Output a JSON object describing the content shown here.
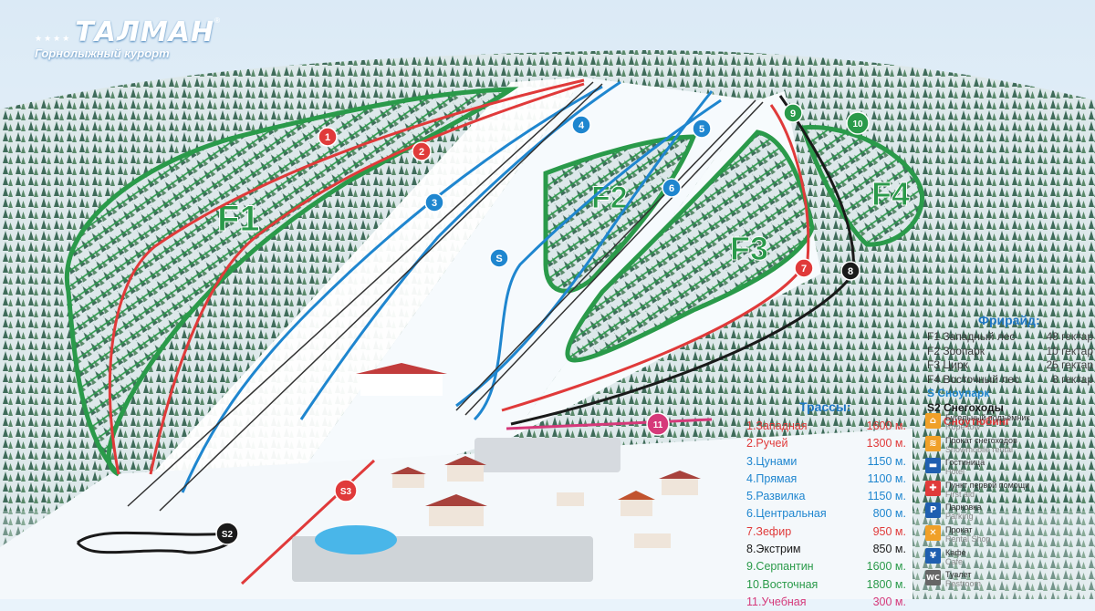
{
  "logo": {
    "brand": "ТАЛМАН",
    "subtitle": "Горнолыжный курорт",
    "stars": "★★★★",
    "reg": "®"
  },
  "zones": [
    {
      "id": "F1",
      "label": "F1"
    },
    {
      "id": "F2",
      "label": "F2"
    },
    {
      "id": "F3",
      "label": "F3"
    },
    {
      "id": "F4",
      "label": "F4"
    }
  ],
  "trail_markers": [
    "1",
    "2",
    "3",
    "4",
    "5",
    "6",
    "7",
    "8",
    "9",
    "10",
    "11",
    "S",
    "S2",
    "S3"
  ],
  "freeride": {
    "title": "Фрирайд:",
    "items": [
      {
        "label": "F1 Западный лес",
        "value": "48 гектар"
      },
      {
        "label": "F2 Зоопарк",
        "value": "10 гектар"
      },
      {
        "label": "F3 Цирк",
        "value": "25 гектар"
      },
      {
        "label": "F4 Восточный лес",
        "value": "8 гектар"
      }
    ],
    "special": [
      {
        "label": "S Сноупарк",
        "color": "#1f86cf"
      },
      {
        "label": "S2 Снегоходы",
        "color": "#1a1a1a"
      },
      {
        "label": "S3 Сноутюбинг",
        "color": "#e03a3a"
      }
    ]
  },
  "trails": {
    "title": "Трассы:",
    "items": [
      {
        "label": "1.Западная",
        "length": "1600 м.",
        "color": "#e03a3a"
      },
      {
        "label": "2.Ручей",
        "length": "1300 м.",
        "color": "#e03a3a"
      },
      {
        "label": "3.Цунами",
        "length": "1150 м.",
        "color": "#1f86cf"
      },
      {
        "label": "4.Прямая",
        "length": "1100 м.",
        "color": "#1f86cf"
      },
      {
        "label": "5.Развилка",
        "length": "1150 м.",
        "color": "#1f86cf"
      },
      {
        "label": "6.Центральная",
        "length": "800 м.",
        "color": "#1f86cf"
      },
      {
        "label": "7.Зефир",
        "length": "950 м.",
        "color": "#e03a3a"
      },
      {
        "label": "8.Экстрим",
        "length": "850 м.",
        "color": "#1a1a1a"
      },
      {
        "label": "9.Серпантин",
        "length": "1600 м.",
        "color": "#2a9a4a"
      },
      {
        "label": "10.Восточная",
        "length": "1800 м.",
        "color": "#2a9a4a"
      },
      {
        "label": "11.Учебная",
        "length": "300 м.",
        "color": "#d6397a"
      }
    ]
  },
  "legend": [
    {
      "ru": "Бугельный подъёмник",
      "en": "Rope tow",
      "icon": "rope-tow-icon",
      "glyph": "⌂",
      "color": "#f0a028"
    },
    {
      "ru": "Прокат снегоходов",
      "en": "Snowmobile rental",
      "icon": "snowmobile-icon",
      "glyph": "≋",
      "color": "#f0a028"
    },
    {
      "ru": "Гостиница",
      "en": "Hotel",
      "icon": "hotel-icon",
      "glyph": "▬",
      "color": "#1f5fb0"
    },
    {
      "ru": "Пункт первой помощи",
      "en": "First aid",
      "icon": "first-aid-icon",
      "glyph": "✚",
      "color": "#e03a3a"
    },
    {
      "ru": "Парковка",
      "en": "Parking",
      "icon": "parking-icon",
      "glyph": "P",
      "color": "#1f5fb0"
    },
    {
      "ru": "Прокат",
      "en": "Rental Shop",
      "icon": "rental-icon",
      "glyph": "✕",
      "color": "#f0a028"
    },
    {
      "ru": "Кафе",
      "en": "Cafe",
      "icon": "cafe-icon",
      "glyph": "¥",
      "color": "#1f5fb0"
    },
    {
      "ru": "Туалет",
      "en": "Restroom",
      "icon": "restroom-icon",
      "glyph": "WC",
      "color": "#666666"
    }
  ],
  "colors": {
    "red": "#e03a3a",
    "blue": "#1f86cf",
    "green": "#2a9a4a",
    "black": "#1a1a1a",
    "pink": "#d6397a"
  }
}
